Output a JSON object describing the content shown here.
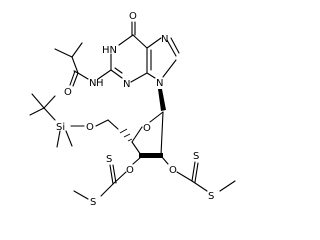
{
  "molecule": {
    "atom_labels": {
      "carbonyl_o": "O",
      "n1h": "HN",
      "n7": "N",
      "n9": "N",
      "n3": "N",
      "amide_o": "O",
      "amide_nh": "N",
      "amide_h": "H",
      "silyloxy_o": "O",
      "si": "Si",
      "ring_o": "O",
      "o3": "O",
      "o2": "O",
      "s_thione_left": "S",
      "s_methyl_left": "S",
      "s_thione_right": "S",
      "s_methyl_right": "S"
    }
  }
}
